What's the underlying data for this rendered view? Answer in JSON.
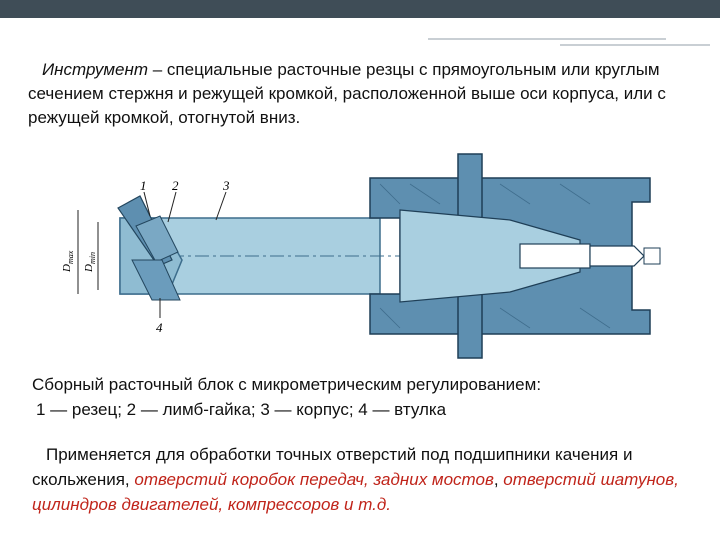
{
  "intro": {
    "term": "Инструмент",
    "text": " – специальные расточные резцы с прямоугольным или круглым сечением стержня и режущей кромкой, расположенной выше оси корпуса, или с режущей кромкой, отогнутой вниз."
  },
  "figure": {
    "labels": [
      "1",
      "2",
      "3",
      "4"
    ],
    "dim_max": "D",
    "dim_max_sub": "max",
    "dim_min": "D",
    "dim_min_sub": "min"
  },
  "caption": {
    "title": "Сборный расточный блок с микрометрическим регулированием:",
    "legend": "1 — резец; 2 — лимб-гайка; 3 — корпус; 4 — втулка"
  },
  "usage": {
    "lead": "Применяется для обработки точных отверстий под подшипники качения и скольжения, ",
    "highlight1": "отверстий коробок передач, задних мостов",
    "comma": ", ",
    "highlight2": "отверстий шатунов, цилиндров двигателей, компрессоров и т.д."
  },
  "colors": {
    "steel_light": "#a9cfe0",
    "steel_dark": "#5e8fb0",
    "accent_red": "#c0241a"
  }
}
